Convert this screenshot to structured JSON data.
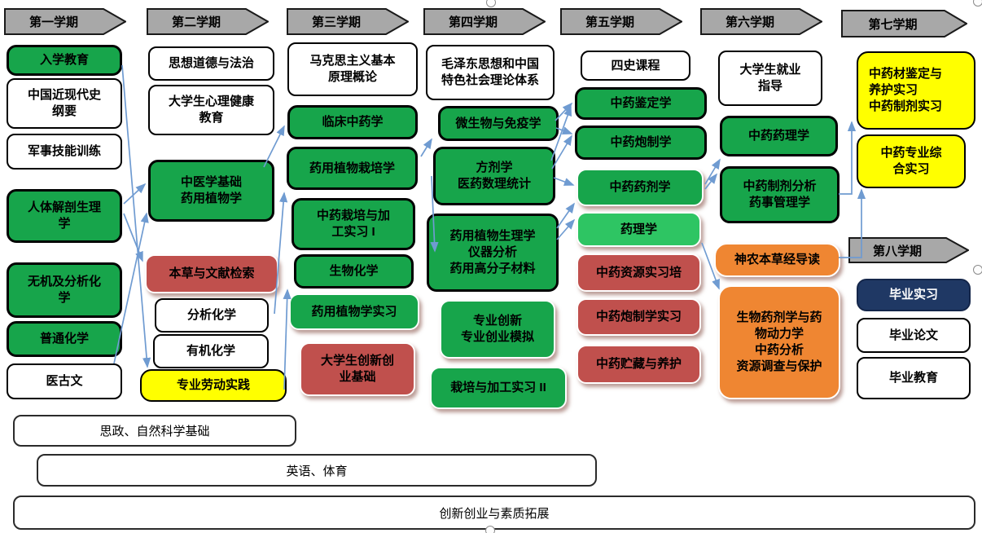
{
  "diagram": {
    "kind": "curriculum-flowchart",
    "colors": {
      "green": "#17a54b",
      "light_green": "#2ec563",
      "red": "#c0504d",
      "orange": "#ef8632",
      "yellow": "#ffff00",
      "navy": "#1f3864",
      "header_gray": "#a8a8a8",
      "connector_blue": "#6f9bd1"
    }
  },
  "columns": [
    {
      "header": "第一学期",
      "boxes": [
        {
          "label": "入学教育",
          "style": "green"
        },
        {
          "label": "中国近现代史\n纲要",
          "style": "white"
        },
        {
          "label": "军事技能训练",
          "style": "white"
        },
        {
          "label": "人体解剖生理\n学",
          "style": "green"
        },
        {
          "label": "无机及分析化\n学",
          "style": "green"
        },
        {
          "label": "普通化学",
          "style": "green"
        },
        {
          "label": "医古文",
          "style": "white"
        }
      ]
    },
    {
      "header": "第二学期",
      "boxes": [
        {
          "label": "思想道德与法治",
          "style": "white"
        },
        {
          "label": "大学生心理健康\n教育",
          "style": "white"
        },
        {
          "label": "中医学基础\n药用植物学",
          "style": "green"
        },
        {
          "label": "本草与文献检索",
          "style": "red-shadow"
        },
        {
          "label": "分析化学",
          "style": "white"
        },
        {
          "label": "有机化学",
          "style": "white"
        },
        {
          "label": "专业劳动实践",
          "style": "yellow"
        }
      ]
    },
    {
      "header": "第三学期",
      "boxes": [
        {
          "label": "马克思主义基本\n原理概论",
          "style": "white"
        },
        {
          "label": "临床中药学",
          "style": "green"
        },
        {
          "label": "药用植物栽培学",
          "style": "green"
        },
        {
          "label": "中药栽培与加\n工实习 I",
          "style": "green"
        },
        {
          "label": "生物化学",
          "style": "green"
        },
        {
          "label": "药用植物学实习",
          "style": "green-shadow"
        },
        {
          "label": "大学生创新创\n业基础",
          "style": "red-shadow"
        }
      ]
    },
    {
      "header": "第四学期",
      "boxes": [
        {
          "label": "毛泽东思想和中国\n特色社会理论体系",
          "style": "white"
        },
        {
          "label": "微生物与免疫学",
          "style": "green"
        },
        {
          "label": "方剂学\n医药数理统计",
          "style": "green"
        },
        {
          "label": "药用植物生理学\n仪器分析\n药用高分子材料",
          "style": "green"
        },
        {
          "label": "专业创新\n专业创业模拟",
          "style": "green-shadow"
        },
        {
          "label": "栽培与加工实习 II",
          "style": "green-shadow"
        }
      ]
    },
    {
      "header": "第五学期",
      "boxes": [
        {
          "label": "四史课程",
          "style": "white"
        },
        {
          "label": "中药鉴定学",
          "style": "green"
        },
        {
          "label": "中药炮制学",
          "style": "green"
        },
        {
          "label": "中药药剂学",
          "style": "green-shadow"
        },
        {
          "label": "药理学",
          "style": "lightgreen-shadow"
        },
        {
          "label": "中药资源实习培",
          "style": "red-shadow"
        },
        {
          "label": "中药炮制学实习",
          "style": "red-shadow"
        },
        {
          "label": "中药贮藏与养护",
          "style": "red-shadow"
        }
      ]
    },
    {
      "header": "第六学期",
      "boxes": [
        {
          "label": "大学生就业\n指导",
          "style": "white"
        },
        {
          "label": "中药药理学",
          "style": "green"
        },
        {
          "label": "中药制剂分析\n药事管理学",
          "style": "green"
        },
        {
          "label": "神农本草经导读",
          "style": "orange-shadow"
        },
        {
          "label": "生物药剂学与药\n物动力学\n中药分析\n资源调查与保护",
          "style": "orange-shadow"
        }
      ]
    },
    {
      "header": "第七学期",
      "second_header": "第八学期",
      "boxes": [
        {
          "label": "中药材鉴定与\n养护实习\n中药制剂实习",
          "style": "yellow",
          "align": "left"
        },
        {
          "label": "中药专业综\n合实习",
          "style": "yellow"
        },
        {
          "label": "毕业实习",
          "style": "navy"
        },
        {
          "label": "毕业论文",
          "style": "white"
        },
        {
          "label": "毕业教育",
          "style": "white"
        }
      ]
    }
  ],
  "bottom_bars": [
    {
      "label": "思政、自然科学基础"
    },
    {
      "label": "英语、体育"
    },
    {
      "label": "创新创业与素质拓展"
    }
  ]
}
